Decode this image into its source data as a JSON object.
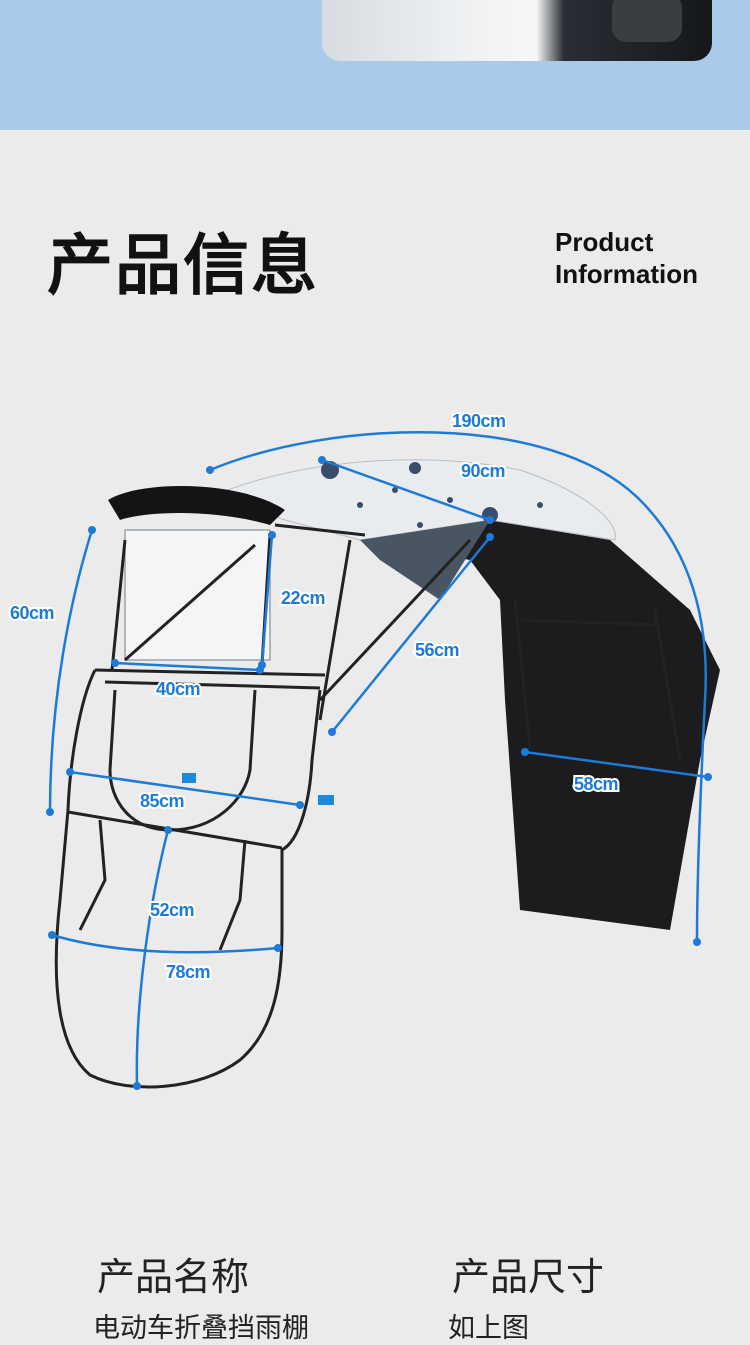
{
  "header": {
    "title_cn": "产品信息",
    "title_en_line1": "Product",
    "title_en_line2": "Information"
  },
  "dimensions": {
    "d190": "190cm",
    "d90": "90cm",
    "d60": "60cm",
    "d22": "22cm",
    "d56": "56cm",
    "d40": "40cm",
    "d85": "85cm",
    "d58": "58cm",
    "d52": "52cm",
    "d78": "78cm"
  },
  "info": {
    "name_label": "产品名称",
    "name_value": "电动车折叠挡雨棚",
    "size_label": "产品尺寸",
    "size_value": "如上图"
  },
  "colors": {
    "accent_blue": "#1d7ad6",
    "top_band": "#a9cbe9",
    "page_bg": "#ebebeb"
  }
}
